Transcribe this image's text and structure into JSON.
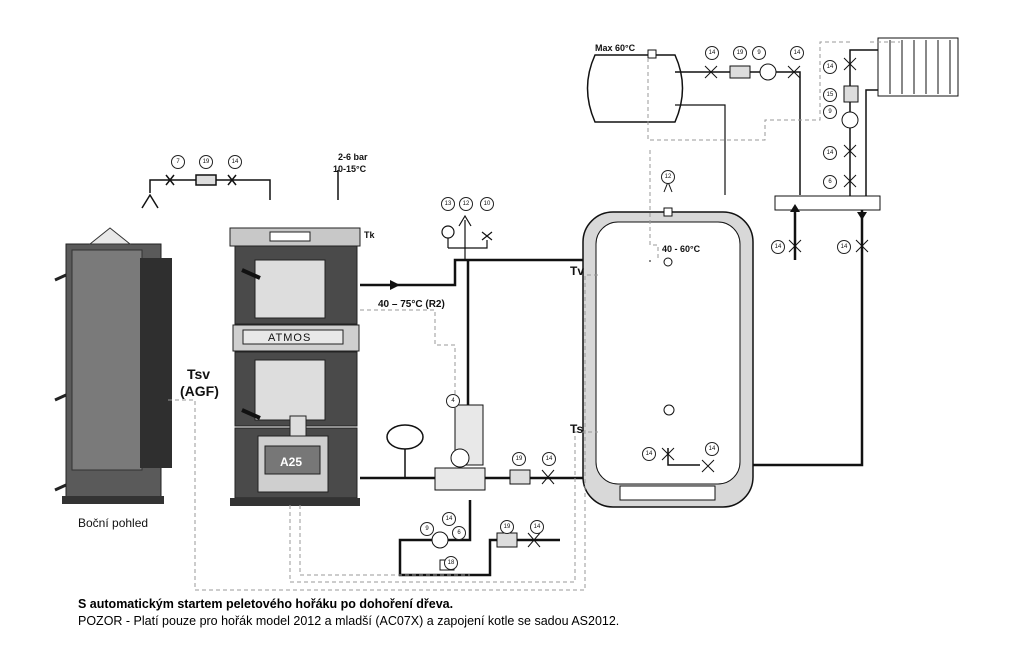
{
  "diagram": {
    "labels": {
      "side_view": "Boční pohled",
      "tsv": "Tsv",
      "agf": "(AGF)",
      "pressure": "2-6 bar",
      "water_temp": "10-15°C",
      "tk": "Tk",
      "brand": "ATMOS",
      "burner": "A25",
      "boiler_temp": "40 – 75°C (R2)",
      "tank_max": "Max 60°C",
      "tv": "Tv",
      "ts": "Ts",
      "tank_temp": "40 - 60°C"
    },
    "components": {
      "c4": "4",
      "c6": "6",
      "c7": "7",
      "c9": "9",
      "c10": "10",
      "c12": "12",
      "c13": "13",
      "c14": "14",
      "c15": "15",
      "c18": "18",
      "c19": "19"
    },
    "colors": {
      "line": "#111111",
      "dashed": "#9a9a9a",
      "boiler_body": "#4a4a4a",
      "boiler_panel": "#8a8a8a",
      "tank_fill": "#d8d8d8"
    }
  },
  "caption": {
    "title": "S automatickým startem peletového hořáku po dohoření dřeva.",
    "note": "POZOR - Platí pouze pro hořák model 2012 a mladší (AC07X) a zapojení kotle se sadou AS2012."
  }
}
